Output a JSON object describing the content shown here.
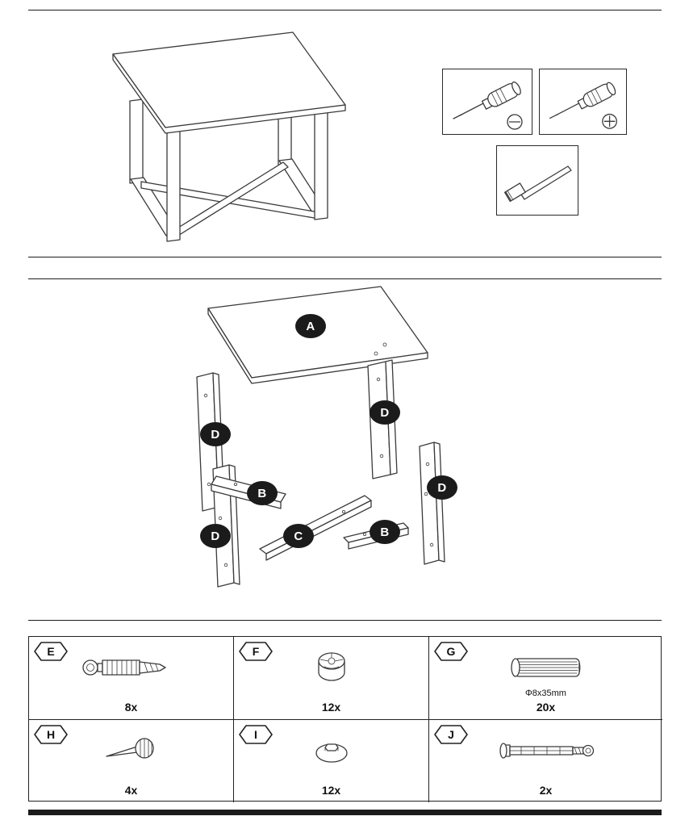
{
  "document": {
    "type": "furniture-assembly-instructions",
    "page_sections": [
      "assembled-table-with-tools",
      "exploded-view",
      "hardware-list"
    ]
  },
  "tools": {
    "flat_screwdriver": {
      "name": "flathead-screwdriver",
      "symbol": "minus-in-circle"
    },
    "phillips_screwdriver": {
      "name": "phillips-screwdriver",
      "symbol": "plus-in-circle"
    },
    "hammer": {
      "name": "hammer"
    }
  },
  "exploded": {
    "labels": [
      "A",
      "D",
      "D",
      "B",
      "D",
      "C",
      "B",
      "D"
    ],
    "parts": {
      "A": "tabletop",
      "B": "short-support-beam",
      "C": "long-cross-beam",
      "D": "leg"
    }
  },
  "hardware": [
    {
      "label": "E",
      "qty": "8x",
      "icon": "cam-bolt-icon"
    },
    {
      "label": "F",
      "qty": "12x",
      "icon": "cam-lock-icon"
    },
    {
      "label": "G",
      "qty": "20x",
      "size": "Φ8x35mm",
      "icon": "wood-dowel-icon"
    },
    {
      "label": "H",
      "qty": "4x",
      "icon": "tack-nail-icon"
    },
    {
      "label": "I",
      "qty": "12x",
      "icon": "round-glide-icon"
    },
    {
      "label": "J",
      "qty": "2x",
      "icon": "connector-bolt-icon"
    }
  ]
}
